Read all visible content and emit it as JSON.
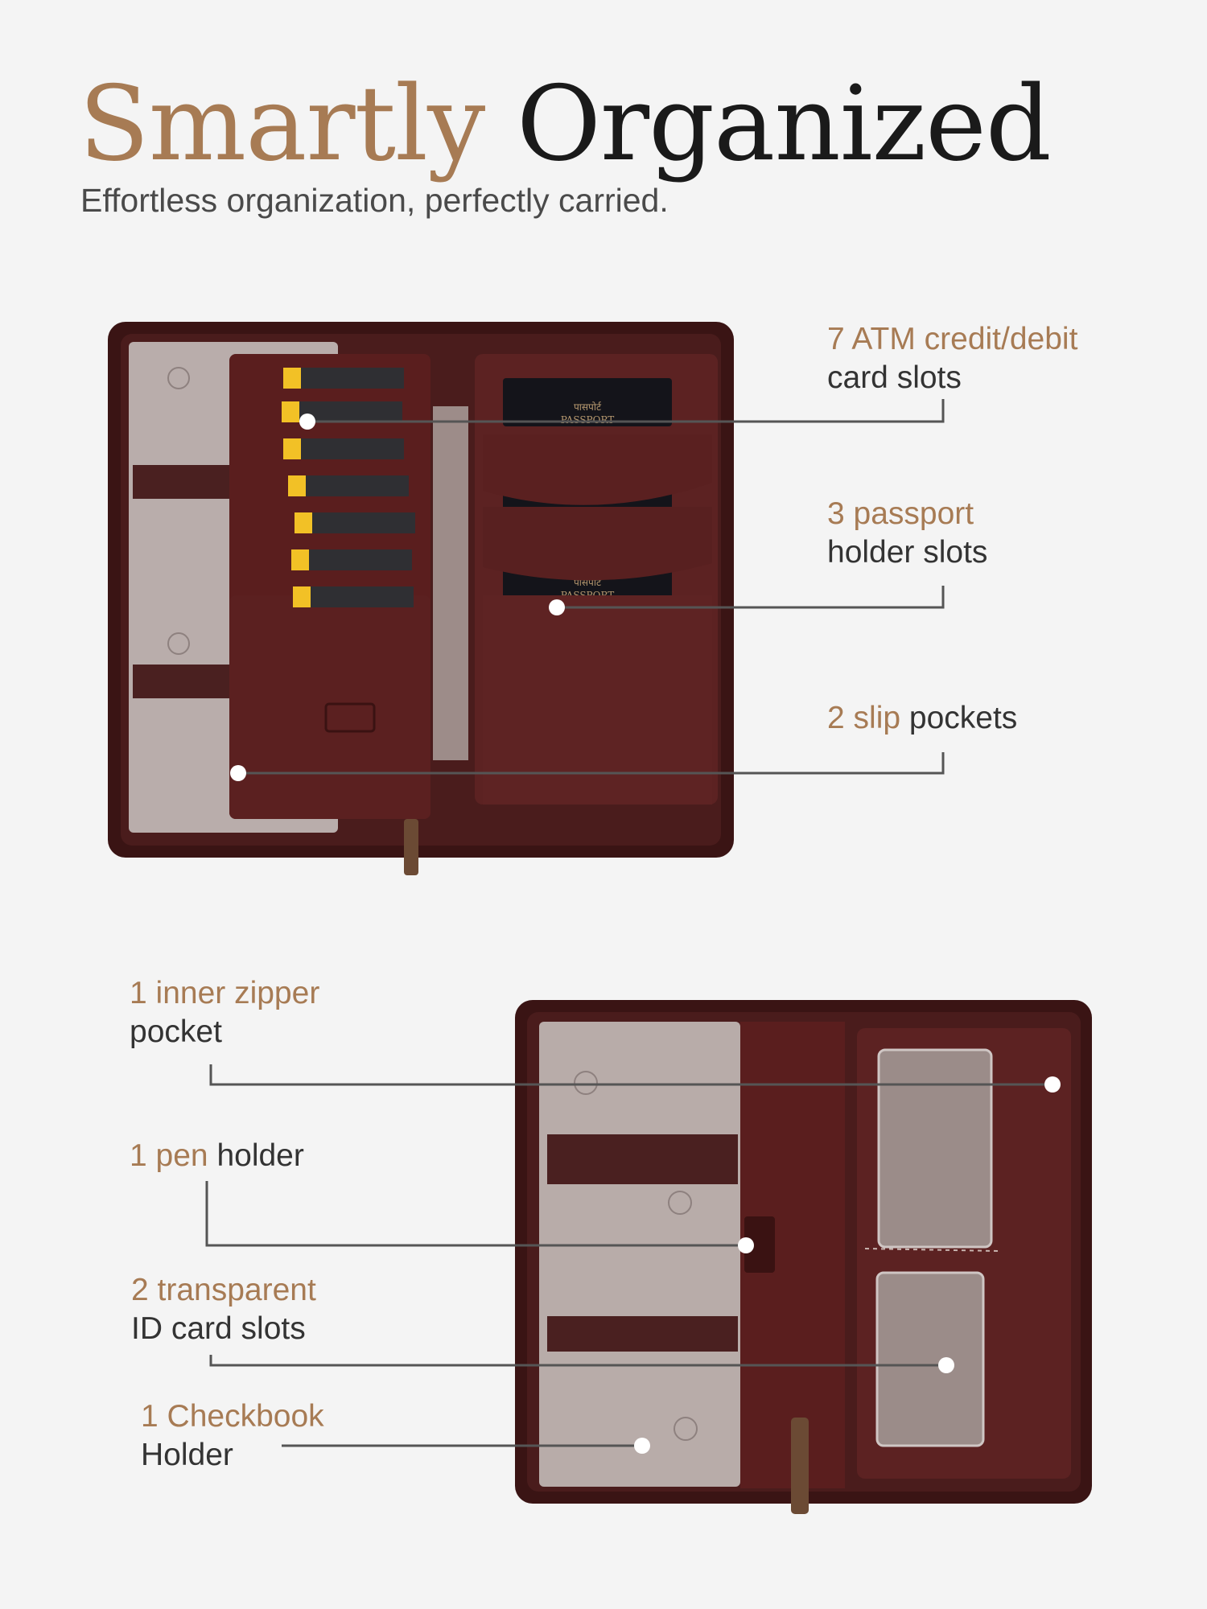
{
  "heading": {
    "word1": "Smartly",
    "word2": "Organized"
  },
  "subtitle": "Effortless organization, perfectly carried.",
  "colors": {
    "accent": "#a77b54",
    "dark": "#1a1a1a",
    "leather": "#4a1c1c",
    "background": "#f4f4f4"
  },
  "wallet_text": {
    "passport_hindi": "पासपोर्ट",
    "passport_en": "PASSPORT"
  },
  "features_top": [
    {
      "accent": "7 ATM credit/debit",
      "rest": "",
      "line2": "card slots"
    },
    {
      "accent": "3 passport",
      "rest": "",
      "line2": "holder slots"
    },
    {
      "accent": "2 slip",
      "rest": " pockets",
      "line2": ""
    }
  ],
  "features_bottom": [
    {
      "accent": "1 inner zipper",
      "rest": "",
      "line2": "pocket"
    },
    {
      "accent": "1 pen",
      "rest": " holder",
      "line2": ""
    },
    {
      "accent": "2 transparent",
      "rest": "",
      "line2": "ID card slots"
    },
    {
      "accent": "1 Checkbook",
      "rest": "",
      "line2": "Holder"
    }
  ]
}
